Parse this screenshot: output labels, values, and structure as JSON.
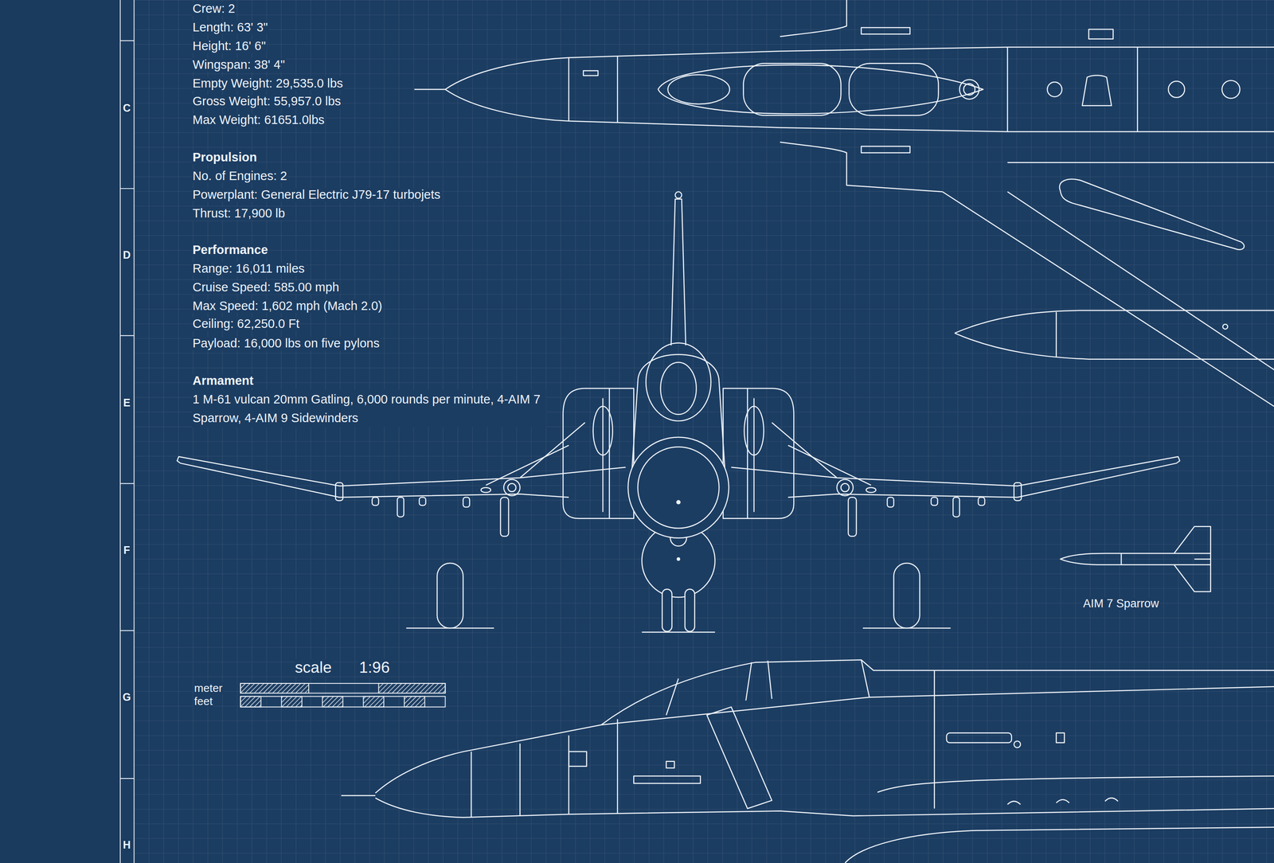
{
  "diagram": {
    "labels": [
      "Crew: 2",
      "Length: 63' 3\"",
      "Height: 16' 6\"",
      "Wingspan: 38' 4\"",
      "Empty Weight: 29,535.0 lbs",
      "Gross Weight: 55,957.0 lbs",
      "Max Weight: 61651.0lbs",
      "Propulsion",
      "No. of Engines: 2",
      "Powerplant: General Electric J79-17 turbojets",
      "Thrust: 17,900 lb",
      "Performance",
      "Range: 16,011 miles",
      "Cruise Speed: 585.00 mph",
      "Max Speed: 1,602 mph (Mach 2.0)",
      "Ceiling: 62,250.0 Ft",
      "Payload: 16,000 lbs on five pylons",
      "Armament",
      "1 M-61 vulcan 20mm Gatling, 6,000 rounds per minute, 4-AIM 7 Sparrow, 4-AIM 9 Sidewinders",
      "AIM 7 Sparrow",
      "scale",
      "1:96",
      "meter",
      "feet",
      "C",
      "D",
      "E",
      "F",
      "G",
      "H"
    ]
  }
}
